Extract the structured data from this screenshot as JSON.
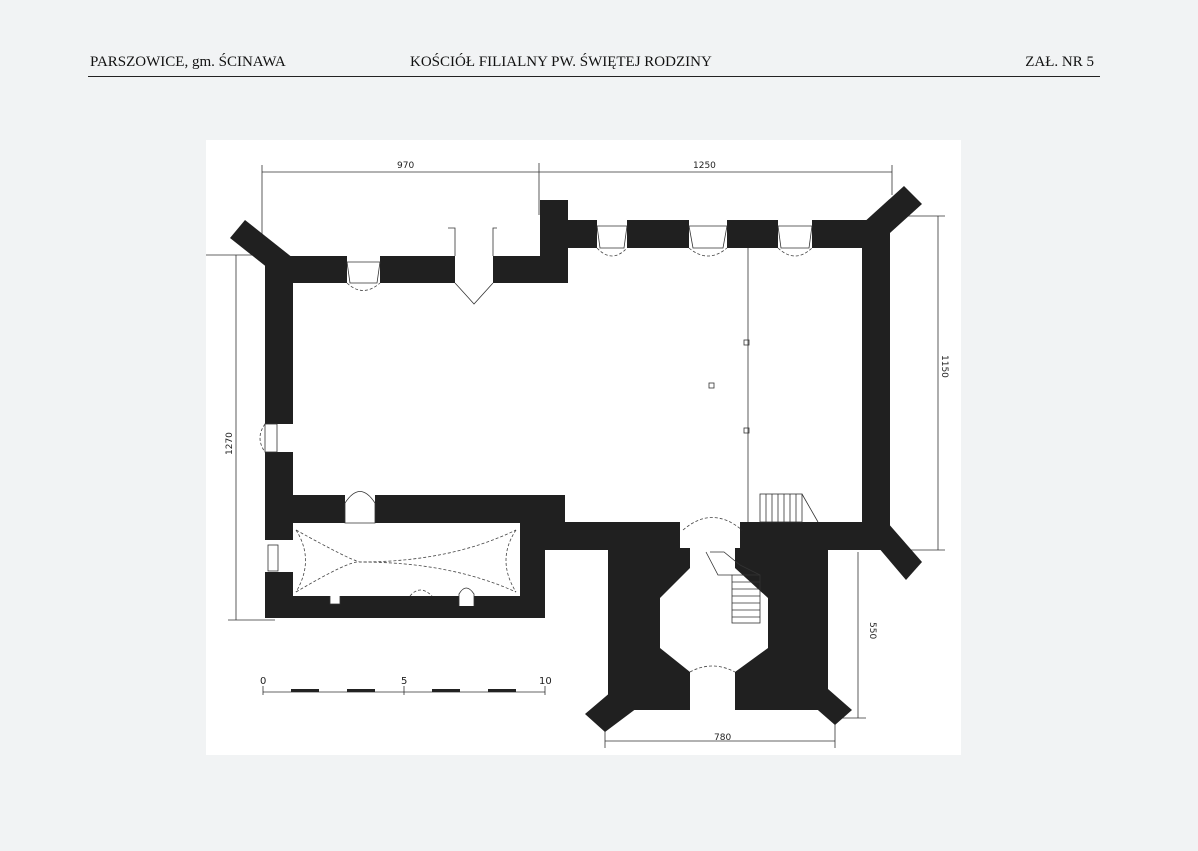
{
  "header": {
    "left": "PARSZOWICE, gm. ŚCINAWA",
    "center": "KOŚCIÓŁ FILIALNY PW.  ŚWIĘTEJ RODZINY",
    "right": "ZAŁ. NR 5"
  },
  "dimensions": {
    "top_left": "970",
    "top_right": "1250",
    "left": "1270",
    "right": "1150",
    "tower_side": "550",
    "tower_bottom": "780"
  },
  "scale_bar": {
    "zero": "0",
    "five": "5",
    "ten": "10"
  }
}
